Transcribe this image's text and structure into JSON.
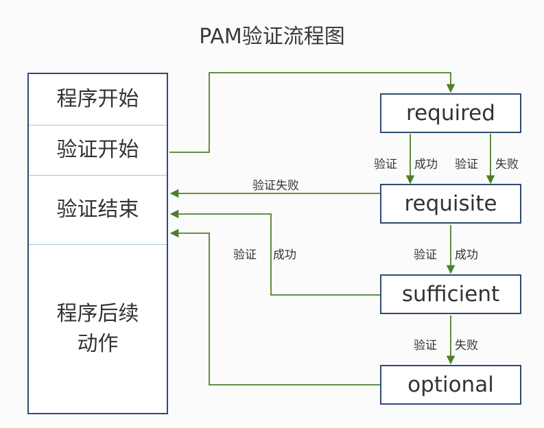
{
  "title": "PAM验证流程图",
  "left_panel": {
    "program_start": "程序开始",
    "auth_start": "验证开始",
    "auth_end": "验证结束",
    "followup_line1": "程序后续",
    "followup_line2": "动作"
  },
  "modules": {
    "required": "required",
    "requisite": "requisite",
    "sufficient": "sufficient",
    "optional": "optional"
  },
  "labels": {
    "req_success_a": "验证",
    "req_success_b": "成功",
    "req_fail_a": "验证",
    "req_fail_b": "失败",
    "requisite_fail": "验证失败",
    "requisite_success_a": "验证",
    "requisite_success_b": "成功",
    "sufficient_success_a": "验证",
    "sufficient_success_b": "成功",
    "sufficient_fail_a": "验证",
    "sufficient_fail_b": "失败"
  },
  "colors": {
    "arrow": "#4e7f2c",
    "box_border": "#2e4a73",
    "separator": "#9dc3d9"
  }
}
